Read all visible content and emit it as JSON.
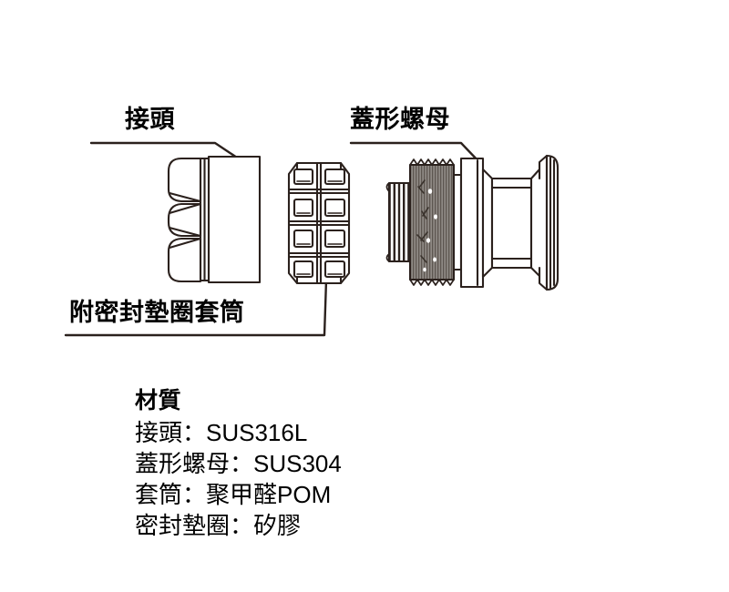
{
  "diagram": {
    "title": "Sanitary tri-clamp fitting exploded view",
    "background_color": "#ffffff",
    "line_color": "#2b211d",
    "knurl_color": "#8a8480",
    "fill_color": "#ffffff"
  },
  "callouts": {
    "joint": {
      "label": "接頭",
      "leader": "horizontal-then-diagonal-down-right"
    },
    "cap_nut": {
      "label": "蓋形螺母",
      "leader": "horizontal-then-diagonal-down-right"
    },
    "sleeve": {
      "label": "附密封墊圈套筒",
      "leader": "underline-then-diagonal-up-right"
    }
  },
  "materials": {
    "heading": "材質",
    "lines": [
      "接頭：SUS316L",
      "蓋形螺母：SUS304",
      "套筒：聚甲醛POM",
      "密封墊圈：矽膠"
    ]
  },
  "parts": [
    {
      "name": "接頭",
      "material": "SUS316L",
      "shape": "hex-body-fitting"
    },
    {
      "name": "附密封墊圈套筒",
      "material": "聚甲醛POM",
      "shape": "slotted-sleeve"
    },
    {
      "name": "蓋形螺母",
      "material": "SUS304",
      "shape": "knurled-cap-nut-with-flange"
    }
  ]
}
